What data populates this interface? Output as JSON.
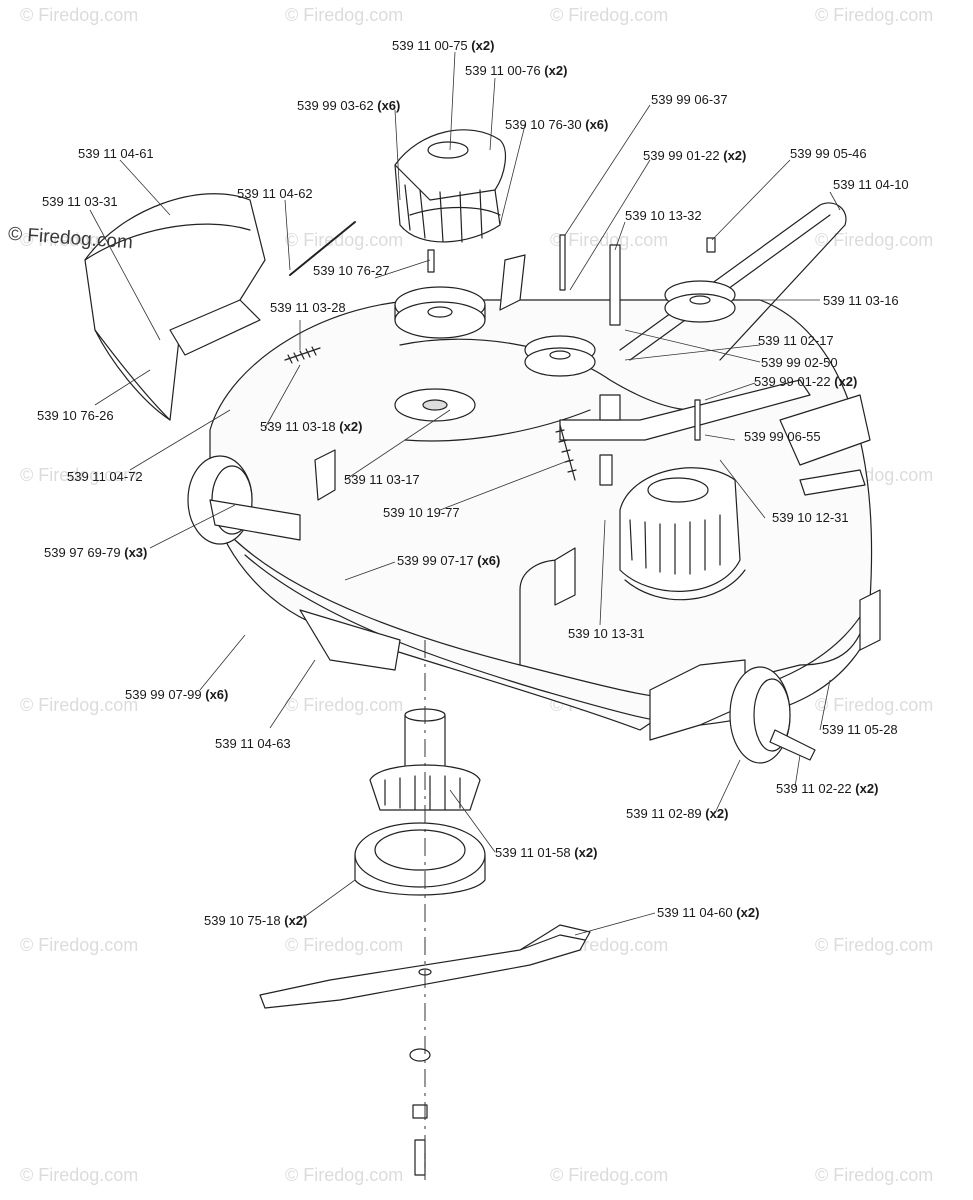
{
  "watermark": {
    "text": "© Firedog.com",
    "prominent": "© Firedog.com"
  },
  "parts": [
    {
      "id": "p1",
      "number": "539 11 00-75",
      "qty": "(x2)"
    },
    {
      "id": "p2",
      "number": "539 11 00-76",
      "qty": "(x2)"
    },
    {
      "id": "p3",
      "number": "539 99 03-62",
      "qty": "(x6)"
    },
    {
      "id": "p4",
      "number": "539 99 06-37",
      "qty": ""
    },
    {
      "id": "p5",
      "number": "539 10 76-30",
      "qty": "(x6)"
    },
    {
      "id": "p6",
      "number": "539 99 01-22",
      "qty": "(x2)"
    },
    {
      "id": "p7",
      "number": "539 99 05-46",
      "qty": ""
    },
    {
      "id": "p8",
      "number": "539 11 04-61",
      "qty": ""
    },
    {
      "id": "p9",
      "number": "539 11 04-10",
      "qty": ""
    },
    {
      "id": "p10",
      "number": "539 11 03-31",
      "qty": ""
    },
    {
      "id": "p11",
      "number": "539 11 04-62",
      "qty": ""
    },
    {
      "id": "p12",
      "number": "539 10 13-32",
      "qty": ""
    },
    {
      "id": "p13",
      "number": "539 10 76-27",
      "qty": ""
    },
    {
      "id": "p14",
      "number": "539 11 03-16",
      "qty": ""
    },
    {
      "id": "p15",
      "number": "539 11 03-28",
      "qty": ""
    },
    {
      "id": "p16",
      "number": "539 11 02-17",
      "qty": ""
    },
    {
      "id": "p17",
      "number": "539 99 02-50",
      "qty": ""
    },
    {
      "id": "p18",
      "number": "539 99 01-22",
      "qty": "(x2)"
    },
    {
      "id": "p19",
      "number": "539 10 76-26",
      "qty": ""
    },
    {
      "id": "p20",
      "number": "539 11 03-18",
      "qty": "(x2)"
    },
    {
      "id": "p21",
      "number": "539 99 06-55",
      "qty": ""
    },
    {
      "id": "p22",
      "number": "539 11 04-72",
      "qty": ""
    },
    {
      "id": "p23",
      "number": "539 11 03-17",
      "qty": ""
    },
    {
      "id": "p24",
      "number": "539 10 19-77",
      "qty": ""
    },
    {
      "id": "p25",
      "number": "539 10 12-31",
      "qty": ""
    },
    {
      "id": "p26",
      "number": "539 97 69-79",
      "qty": "(x3)"
    },
    {
      "id": "p27",
      "number": "539 99 07-17",
      "qty": "(x6)"
    },
    {
      "id": "p28",
      "number": "539 10 13-31",
      "qty": ""
    },
    {
      "id": "p29",
      "number": "539 99 07-99",
      "qty": "(x6)"
    },
    {
      "id": "p30",
      "number": "539 11 04-63",
      "qty": ""
    },
    {
      "id": "p31",
      "number": "539 11 05-28",
      "qty": ""
    },
    {
      "id": "p32",
      "number": "539 11 02-22",
      "qty": "(x2)"
    },
    {
      "id": "p33",
      "number": "539 11 02-89",
      "qty": "(x2)"
    },
    {
      "id": "p34",
      "number": "539 11 01-58",
      "qty": "(x2)"
    },
    {
      "id": "p35",
      "number": "539 10 75-18",
      "qty": "(x2)"
    },
    {
      "id": "p36",
      "number": "539 11 04-60",
      "qty": "(x2)"
    }
  ]
}
